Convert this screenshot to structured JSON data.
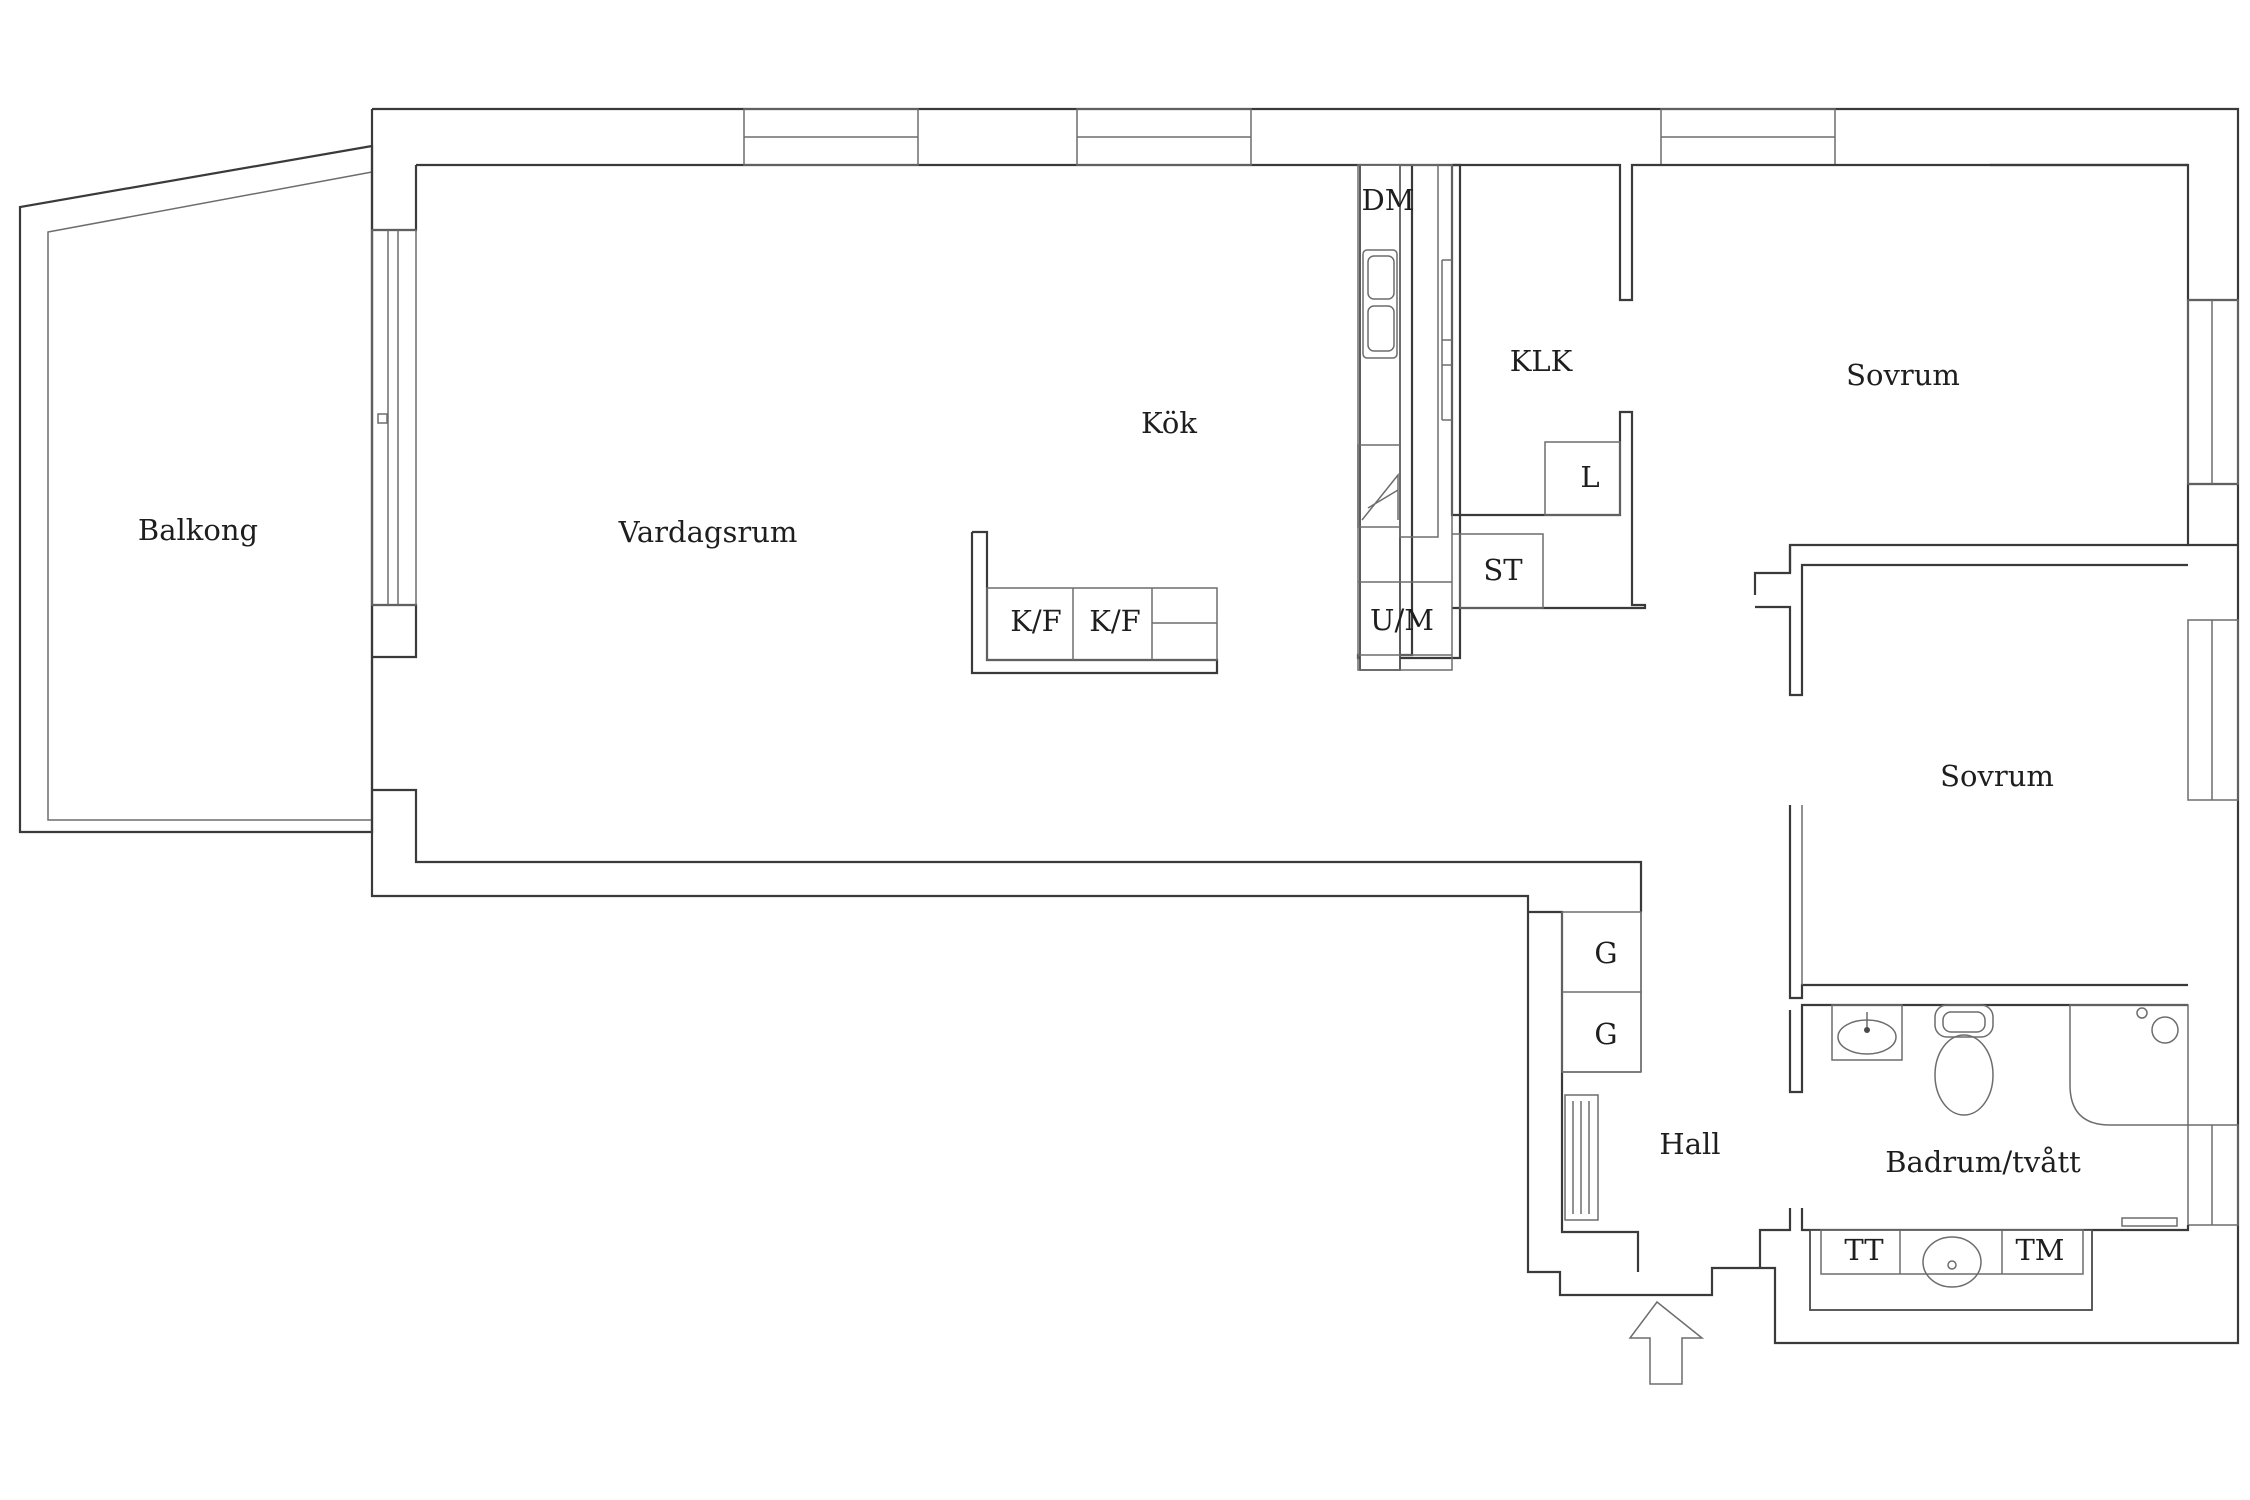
{
  "rooms": {
    "balkong": "Balkong",
    "vardagsrum": "Vardagsrum",
    "kok": "Kök",
    "klk": "KLK",
    "sovrum_1": "Sovrum",
    "sovrum_2": "Sovrum",
    "hall": "Hall",
    "badrum": "Badrum/tvått"
  },
  "fixtures": {
    "dm": "DM",
    "um": "U/M",
    "kf_1": "K/F",
    "kf_2": "K/F",
    "l": "L",
    "st": "ST",
    "g_1": "G",
    "g_2": "G",
    "tt": "TT",
    "tm": "TM"
  },
  "icons": {
    "entrance": "entrance-arrow-icon",
    "sink": "sink-icon",
    "toilet": "toilet-icon",
    "shower": "shower-icon",
    "washbasin": "washbasin-icon",
    "radiator": "radiator-icon"
  }
}
